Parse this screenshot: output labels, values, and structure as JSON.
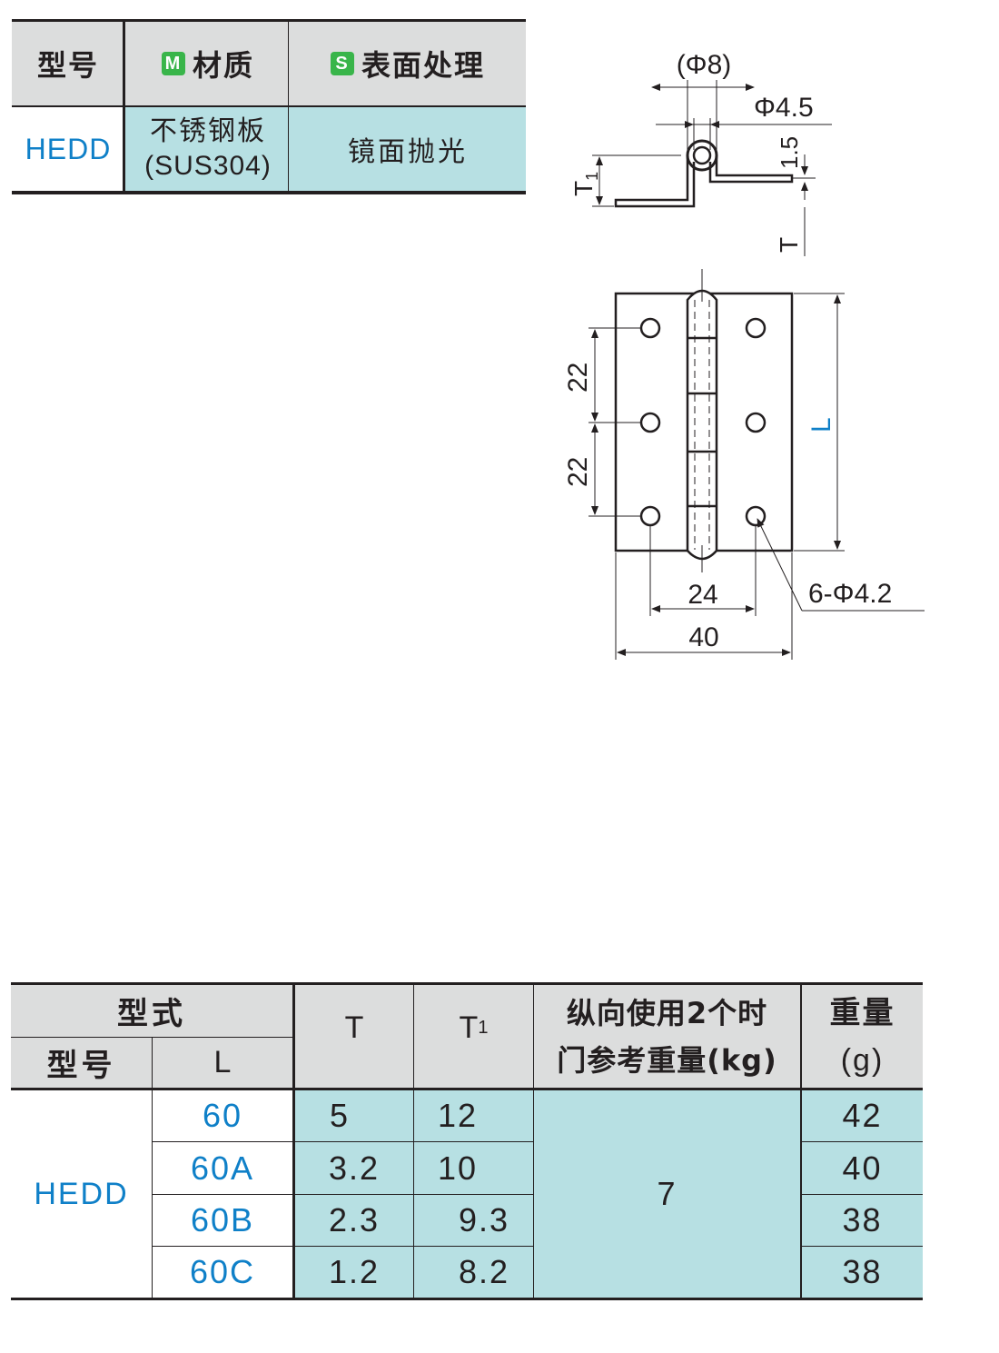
{
  "spec_table": {
    "headers": {
      "model": "型号",
      "material_badge": "M",
      "material": "材质",
      "surface_badge": "S",
      "surface": "表面处理"
    },
    "row": {
      "model": "HEDD",
      "material_line1": "不锈钢板",
      "material_line2": "(SUS304)",
      "surface": "镜面抛光"
    }
  },
  "drawing": {
    "side_view": {
      "dim_outer_dia": "(Φ8)",
      "dim_pin_dia": "Φ4.5",
      "dim_offset": "1.5",
      "dim_t1": "T",
      "dim_t1_sub": "1",
      "dim_t": "T"
    },
    "front_view": {
      "pitch_upper": "22",
      "pitch_lower": "22",
      "length": "L",
      "hole_spacing": "24",
      "width": "40",
      "holes": "6-Φ4.2"
    }
  },
  "dim_table": {
    "headers": {
      "type_group": "型式",
      "model": "型号",
      "length": "L",
      "t": "T",
      "t1": "T",
      "t1_sub": "1",
      "weight_ref_line1": "纵向使用2个时",
      "weight_ref_line2": "门参考重量(kg)",
      "mass_line1": "重量",
      "mass_line2": "(g)"
    },
    "model": "HEDD",
    "door_weight": "7",
    "rows": [
      {
        "L": "60",
        "T": "5",
        "T1": "12",
        "mass": "42"
      },
      {
        "L": "60A",
        "T": "3.2",
        "T1": "10",
        "mass": "40"
      },
      {
        "L": "60B",
        "T": "2.3",
        "T1": "9.3",
        "mass": "38"
      },
      {
        "L": "60C",
        "T": "1.2",
        "T1": "8.2",
        "mass": "38"
      }
    ]
  },
  "colors": {
    "header_gray": "#dcdddd",
    "data_teal": "#b7e0e3",
    "model_blue": "#0f80c8",
    "badge_green": "#39b54a",
    "line": "#231f20"
  }
}
